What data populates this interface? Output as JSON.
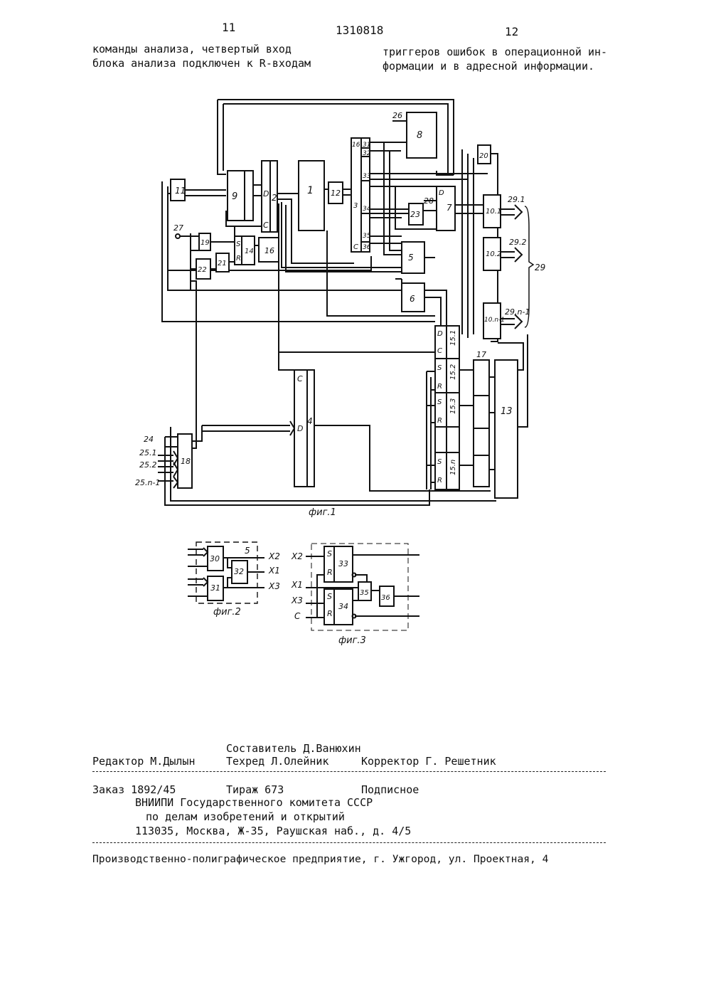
{
  "header": {
    "page_left": "11",
    "patent_number": "1310818",
    "page_right": "12",
    "left_col": [
      "команды анализа, четвертый вход",
      "блока анализа подключен к R-входам"
    ],
    "right_col": [
      "триггеров ошибок в операционной ин-",
      "формации и в адресной информации."
    ]
  },
  "figures": {
    "fig1": {
      "caption": "фиг.1",
      "blocks": {
        "b1": "1",
        "b2": "2",
        "b4": "4",
        "b5": "5",
        "b6": "6",
        "b7": "7",
        "b8": "8",
        "b9": "9",
        "b11": "11",
        "b12": "12",
        "b13": "13",
        "b14": "14",
        "b16": "16",
        "b17": "17",
        "b18": "18",
        "b19": "19",
        "b20": "20",
        "b21": "21",
        "b22": "22",
        "b23": "23",
        "b28": "28"
      },
      "cells": {
        "c31": "31",
        "c32": "32",
        "c33": "33",
        "c34": "34",
        "c35": "35",
        "c36": "36",
        "c3": "3",
        "c16": "16",
        "cC": "C"
      },
      "triggers": {
        "t151": "15.1",
        "t152": "15.2",
        "t153": "15.3",
        "t15n": "15.n"
      },
      "outputs": {
        "o101": "10.1",
        "o102": "10.2",
        "o10n": "10.n-1"
      },
      "terminals": {
        "in24": "24",
        "in251": "25.1",
        "in252": "25.2",
        "in25n": "25.n-1",
        "in26": "26",
        "in27": "27",
        "out291": "29.1",
        "out292": "29.2",
        "out29": "29",
        "out29n": "29.n-1"
      },
      "pins": {
        "D": "D",
        "C": "C",
        "S": "S",
        "R": "R"
      }
    },
    "fig2": {
      "caption": "фиг.2",
      "b30": "30",
      "b31": "31",
      "b32": "32",
      "label5": "5",
      "x1": "X1",
      "x2": "X2",
      "x3": "X3"
    },
    "fig3": {
      "caption": "фиг.3",
      "b33": "33",
      "b34": "34",
      "b35": "35",
      "b36": "36",
      "x1": "X1",
      "x2": "X2",
      "x3": "X3",
      "c": "C",
      "s": "S",
      "r": "R"
    }
  },
  "credits": {
    "composer": "Составитель Д.Ванюхин",
    "editor": "Редактор М.Дылын",
    "techred": "Техред Л.Олейник",
    "corrector": "Корректор Г. Решетник",
    "order": "Заказ 1892/45",
    "print_run": "Тираж 673",
    "subscription": "Подписное",
    "org1": "ВНИИПИ Государственного комитета СССР",
    "org2": "по делам изобретений и открытий",
    "address": "113035, Москва, Ж-35, Раушская наб., д. 4/5",
    "printer": "Производственно-полиграфическое предприятие, г. Ужгород, ул. Проектная, 4"
  }
}
